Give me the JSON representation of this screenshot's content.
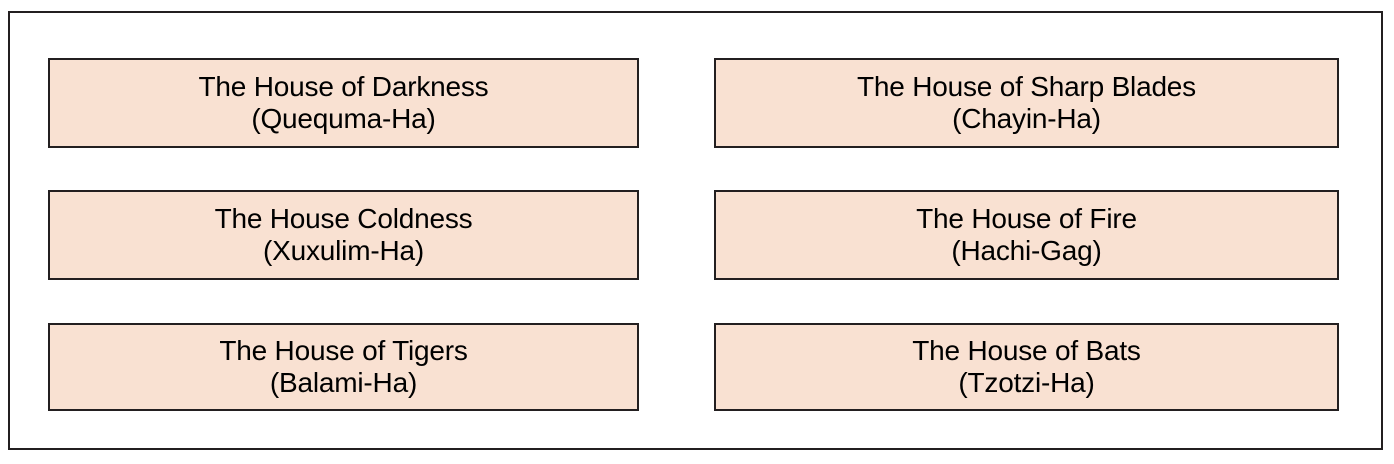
{
  "diagram": {
    "title_visible": false,
    "frame": {
      "border_color": "#231f20",
      "background": "#ffffff"
    },
    "box_style": {
      "fill_color": "#f9e1d2",
      "border_color": "#231f20",
      "text_color": "#000000"
    },
    "columns": 2,
    "rows": 3,
    "houses": [
      {
        "position": "row1-col1",
        "name": "The House of Darkness",
        "native": "(Quequma-Ha)"
      },
      {
        "position": "row1-col2",
        "name": "The House of Sharp Blades",
        "native": "(Chayin-Ha)"
      },
      {
        "position": "row2-col1",
        "name": "The House Coldness",
        "native": "(Xuxulim-Ha)"
      },
      {
        "position": "row2-col2",
        "name": "The House of Fire",
        "native": "(Hachi-Gag)"
      },
      {
        "position": "row3-col1",
        "name": "The House of Tigers",
        "native": "(Balami-Ha)"
      },
      {
        "position": "row3-col2",
        "name": "The House of Bats",
        "native": "(Tzotzi-Ha)"
      }
    ]
  }
}
